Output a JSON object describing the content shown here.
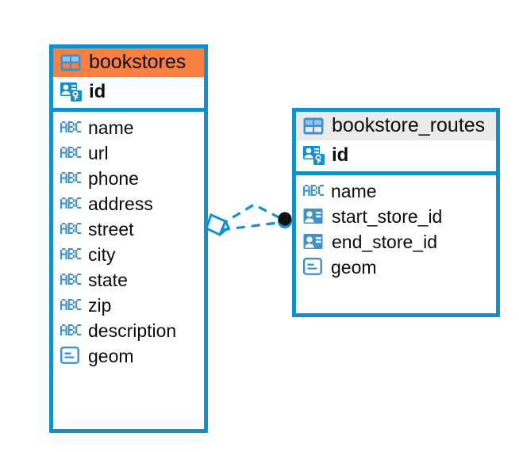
{
  "diagram": {
    "type": "entity-relationship-diagram",
    "background": "#ffffff",
    "accent_color": "#1290CE",
    "highlight_color": "#F77F3F",
    "header_gray": "#EAEAEA",
    "icon_blue": "#3C92CE"
  },
  "entities": [
    {
      "id": "bookstores",
      "name": "bookstores",
      "header_style": "highlighted-orange",
      "header_icon": "table-icon",
      "primary_key": {
        "label": "id",
        "icon": "primary-key-icon"
      },
      "fields": [
        {
          "label": "name",
          "icon": "text-abc-icon"
        },
        {
          "label": "url",
          "icon": "text-abc-icon"
        },
        {
          "label": "phone",
          "icon": "text-abc-icon"
        },
        {
          "label": "address",
          "icon": "text-abc-icon"
        },
        {
          "label": "street",
          "icon": "text-abc-icon"
        },
        {
          "label": "city",
          "icon": "text-abc-icon"
        },
        {
          "label": "state",
          "icon": "text-abc-icon"
        },
        {
          "label": "zip",
          "icon": "text-abc-icon"
        },
        {
          "label": "description",
          "icon": "text-abc-icon"
        },
        {
          "label": "geom",
          "icon": "geometry-icon"
        }
      ]
    },
    {
      "id": "bookstore_routes",
      "name": "bookstore_routes",
      "header_style": "plain-gray",
      "header_icon": "table-icon",
      "primary_key": {
        "label": "id",
        "icon": "primary-key-icon"
      },
      "fields": [
        {
          "label": "name",
          "icon": "text-abc-icon"
        },
        {
          "label": "start_store_id",
          "icon": "foreign-key-icon"
        },
        {
          "label": "end_store_id",
          "icon": "foreign-key-icon"
        },
        {
          "label": "geom",
          "icon": "geometry-icon"
        }
      ]
    }
  ],
  "relationship": {
    "from_entity": "bookstores",
    "to_entity": "bookstore_routes",
    "line_style": "dashed",
    "line_color": "#1290CE",
    "source_marker": "rhombus-marker",
    "target_marker": "filled-circle-marker"
  }
}
